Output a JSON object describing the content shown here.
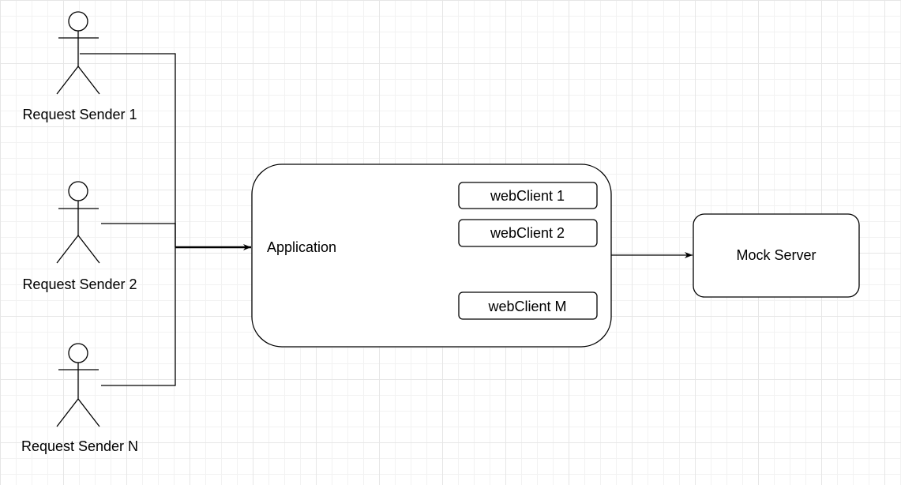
{
  "actors": [
    {
      "label": "Request Sender 1"
    },
    {
      "label": "Request Sender 2"
    },
    {
      "label": "Request Sender N"
    }
  ],
  "application": {
    "label": "Application",
    "clients": [
      {
        "label": "webClient 1"
      },
      {
        "label": "webClient 2"
      },
      {
        "label": "webClient M"
      }
    ]
  },
  "server": {
    "label": "Mock Server"
  },
  "colors": {
    "stroke": "#000000",
    "grid": "#e6e6e6",
    "background": "#ffffff"
  }
}
